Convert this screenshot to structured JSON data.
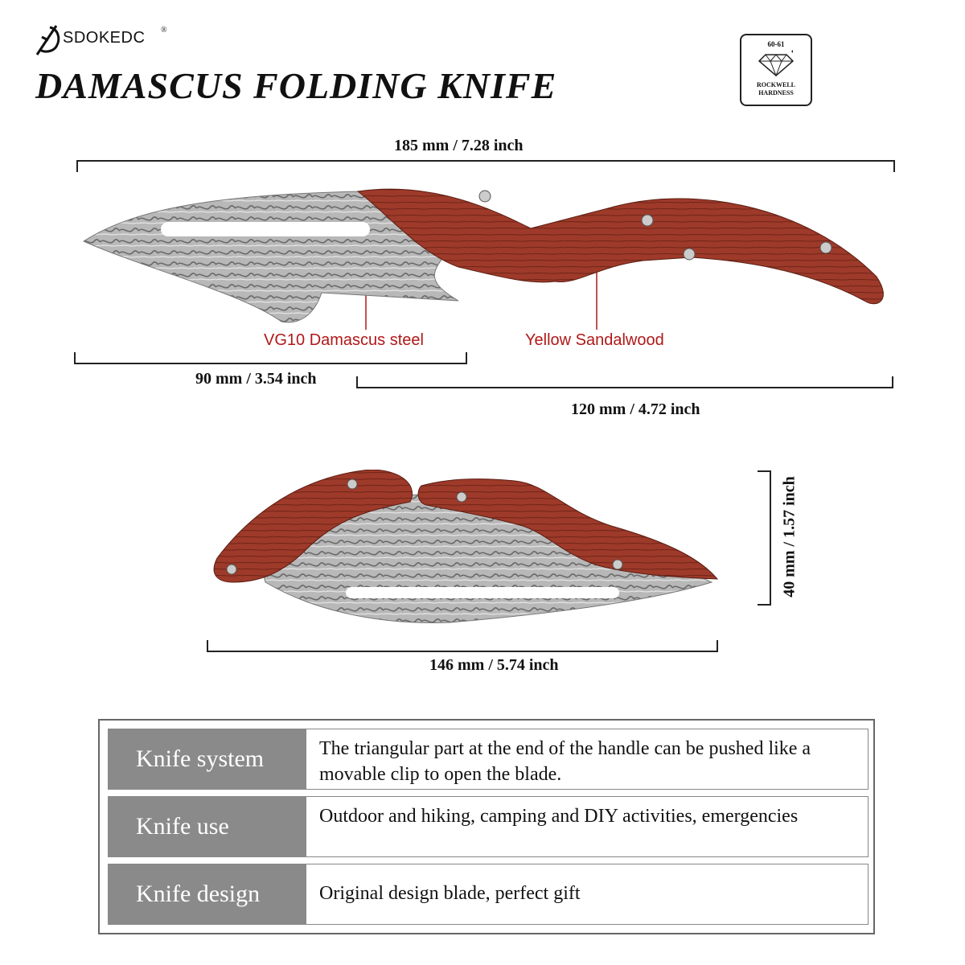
{
  "brand": {
    "name": "SDOKEDC",
    "registered": "®"
  },
  "title": "DAMASCUS FOLDING KNIFE",
  "badge": {
    "range": "60-61",
    "label_line1": "ROCKWELL",
    "label_line2": "HARDNESS",
    "icon": "diamond-icon"
  },
  "dimensions": {
    "total_length": "185 mm / 7.28 inch",
    "blade_length": "90 mm / 3.54 inch",
    "handle_length": "120 mm / 4.72 inch",
    "closed_length": "146 mm / 5.74 inch",
    "closed_height": "40 mm / 1.57 inch"
  },
  "materials": {
    "blade": "VG10 Damascus steel",
    "handle": "Yellow Sandalwood"
  },
  "specs": [
    {
      "label": "Knife system",
      "text": "The triangular part at the end of the handle can be pushed like a movable clip to open the blade."
    },
    {
      "label": "Knife use",
      "text": "Outdoor and hiking, camping and DIY activities, emergencies"
    },
    {
      "label": "Knife design",
      "text": "Original design blade, perfect gift"
    }
  ],
  "colors": {
    "wood": "#9e3a2a",
    "label_bg": "#8a8a8a",
    "callout": "#b01818"
  }
}
